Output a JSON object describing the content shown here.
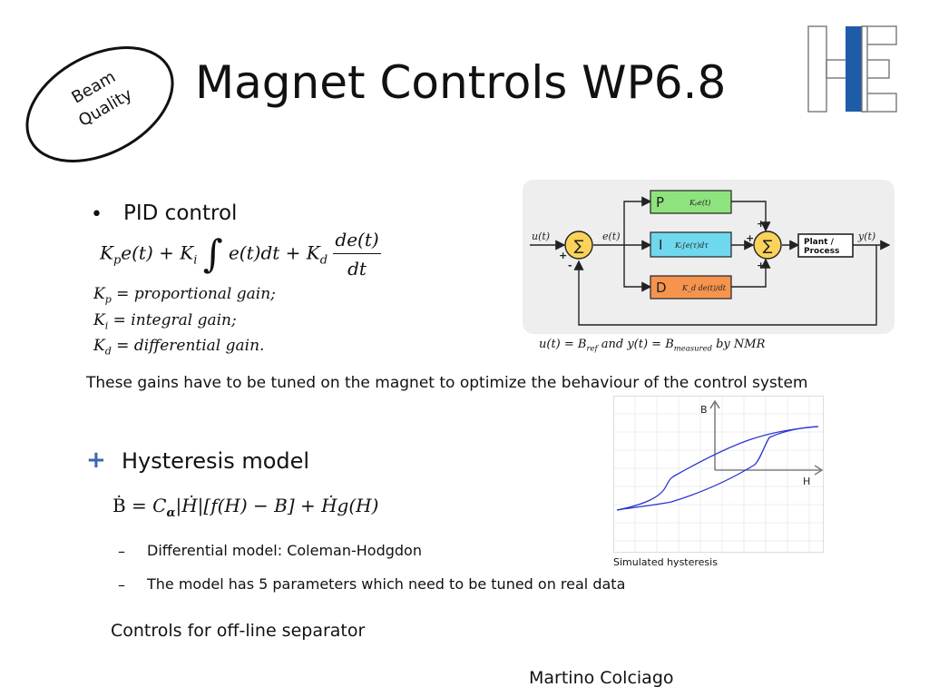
{
  "slide": {
    "title": "Magnet Controls WP6.8",
    "badge": {
      "line1": "Beam",
      "line2": "Quality"
    }
  },
  "pid": {
    "heading": "PID control",
    "formula": {
      "kp": "K",
      "kp_sub": "p",
      "e": "e(t) + ",
      "ki": "K",
      "ki_sub": "i",
      "int_body": "e(t)dt + ",
      "kd": "K",
      "kd_sub": "d",
      "frac_num": "de(t)",
      "frac_den": "dt"
    },
    "gains": [
      {
        "k": "K",
        "sub": "p",
        "text": " = proportional gain;"
      },
      {
        "k": "K",
        "sub": "i",
        "text": " = integral gain;"
      },
      {
        "k": "K",
        "sub": "d",
        "text": " = differential gain."
      }
    ],
    "diagram": {
      "u_label": "u(t)",
      "e_label": "e(t)",
      "y_label": "y(t)",
      "sum": "∑",
      "plus": "+",
      "minus": "-",
      "p_letter": "P",
      "p_term": "Kₚe(t)",
      "i_letter": "I",
      "i_term": "Kᵢ∫e(τ)dτ",
      "d_letter": "D",
      "d_term": "K_d de(t)/dt",
      "plant_line1": "Plant /",
      "plant_line2": "Process",
      "colors": {
        "p": "#8fe37e",
        "i": "#6fd8ee",
        "d": "#f6944e",
        "sum": "#fbd25a",
        "bg": "#eeeeee"
      }
    },
    "caption": {
      "u": "u(t) = B",
      "ref": "ref",
      "and": " and y(t) = B",
      "meas": "measured",
      "by": " by NMR"
    }
  },
  "gains_text": "These gains have to be tuned on the magnet to optimize the behaviour of the control system",
  "hysteresis": {
    "heading": "Hysteresis model",
    "bullet": "+",
    "formula": {
      "lhs": "Ḃ = ",
      "c": "C",
      "alpha": "α",
      "rest": "|Ḣ|[f(H) − B] + Ḣg(H)"
    },
    "items": [
      {
        "dash": "–",
        "text": "Differential model: Coleman-Hodgdon"
      },
      {
        "dash": "–",
        "text": "The model has 5 parameters which need to be tuned on real data"
      }
    ],
    "chart": {
      "y_axis": "B",
      "x_axis": "H",
      "caption": "Simulated hysteresis",
      "curve_color": "#2b35d0"
    }
  },
  "controls_line": "Controls for off-line separator",
  "author": "Martino Colciago",
  "pid_bullet": "•"
}
